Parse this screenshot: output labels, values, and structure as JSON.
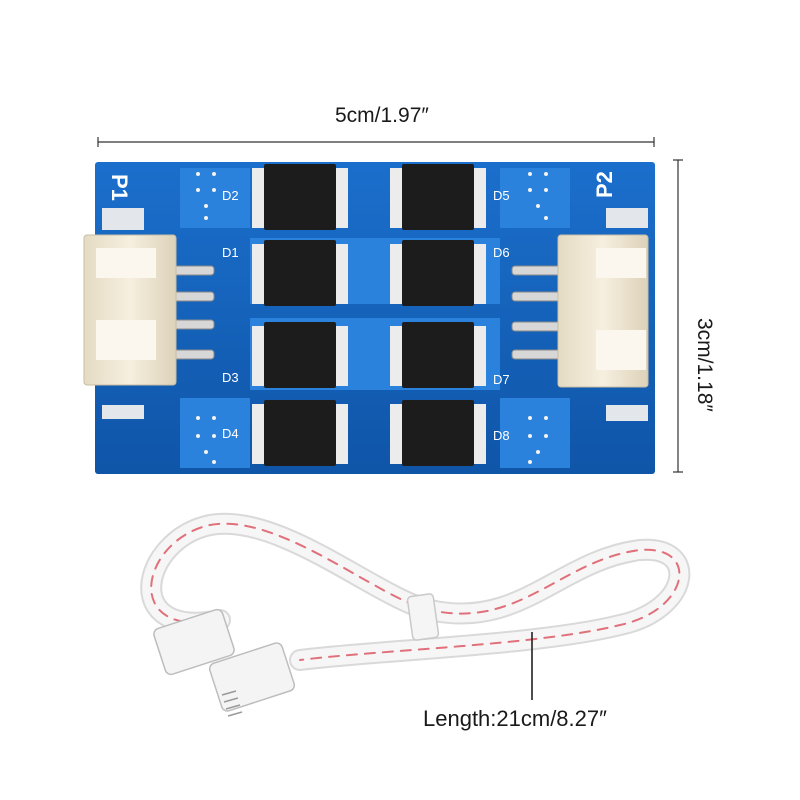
{
  "dimensions": {
    "width_label": "5cm/1.97″",
    "height_label": "3cm/1.18″",
    "cable_length_label": "Length:21cm/8.27″"
  },
  "board": {
    "connector_labels": [
      "P1",
      "P2"
    ],
    "diode_labels": [
      "D2",
      "D1",
      "D3",
      "D4",
      "D5",
      "D6",
      "D7",
      "D8"
    ],
    "colors": {
      "pcb": "#1565c0",
      "diode": "#1c1c1c",
      "connector": "#efe6d3",
      "cable": "#f4f4f4",
      "cable_stripe": "#e0707a"
    }
  }
}
